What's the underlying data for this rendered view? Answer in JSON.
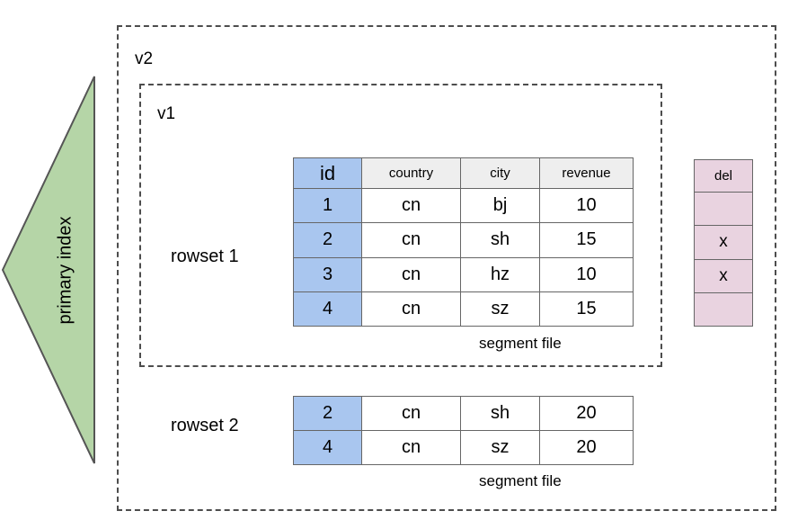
{
  "diagram": {
    "outer_container_label": "v2",
    "inner_container_label": "v1",
    "primary_index_label": "primary index",
    "rowset1_label": "rowset 1",
    "rowset2_label": "rowset 2",
    "segment_file_caption_1": "segment file",
    "segment_file_caption_2": "segment file"
  },
  "colors": {
    "primary_index_fill": "#b5d5a7",
    "primary_index_stroke": "#555555",
    "id_column_fill": "#a9c6ef",
    "header_fill": "#eeeeee",
    "del_fill": "#e9d3e0",
    "dashed_border": "#4d4d4d",
    "table_border": "#666666"
  },
  "rowset1": {
    "headers": [
      "id",
      "country",
      "city",
      "revenue"
    ],
    "rows": [
      [
        "1",
        "cn",
        "bj",
        "10"
      ],
      [
        "2",
        "cn",
        "sh",
        "15"
      ],
      [
        "3",
        "cn",
        "hz",
        "10"
      ],
      [
        "4",
        "cn",
        "sz",
        "15"
      ]
    ]
  },
  "rowset2": {
    "rows": [
      [
        "2",
        "cn",
        "sh",
        "20"
      ],
      [
        "4",
        "cn",
        "sz",
        "20"
      ]
    ]
  },
  "del_column": {
    "header": "del",
    "cells": [
      "",
      "x",
      "x",
      ""
    ]
  }
}
